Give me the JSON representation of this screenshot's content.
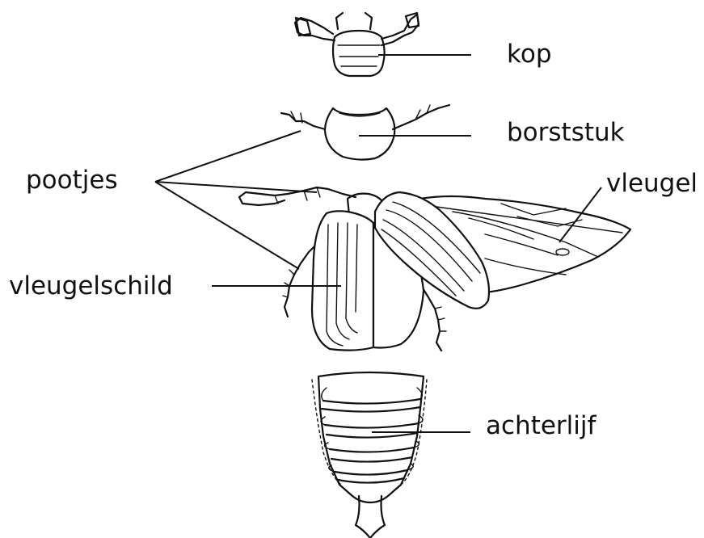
{
  "labels": {
    "kop": "kop",
    "borststuk": "borststuk",
    "pootjes": "pootjes",
    "vleugel": "vleugel",
    "vleugelschild": "vleugelschild",
    "achterlijf": "achterlijf"
  },
  "colors": {
    "ink": "#111111",
    "background": "#ffffff"
  }
}
